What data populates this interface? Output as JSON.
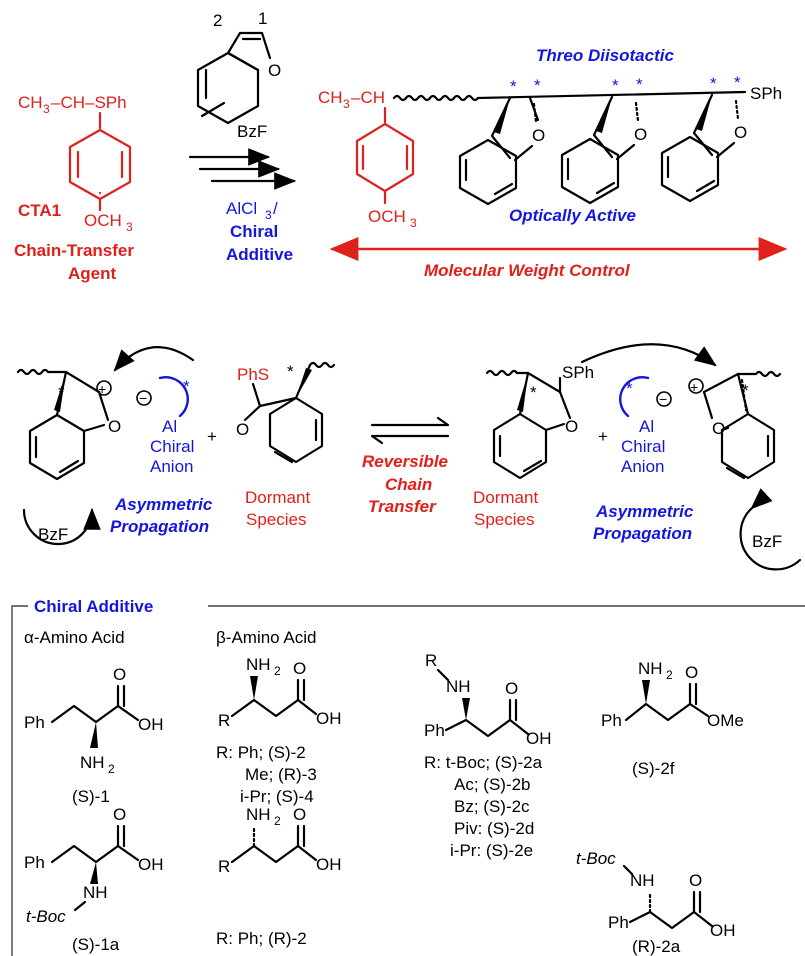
{
  "top": {
    "cta_formula_left": "CH",
    "cta_sub3": "3",
    "cta_formula_right": "–CH–SPh",
    "cta_label": "CTA1",
    "cta_och": "OCH",
    "cta_name_1": "Chain-Transfer",
    "cta_name_2": "Agent",
    "bzf_pos2": "2",
    "bzf_pos1": "1",
    "bzf_o": "O",
    "bzf_label": "BzF",
    "reagent_1": "AlCl",
    "reagent_1_sub": "3",
    "reagent_1_tail": "/",
    "reagent_2": "Chiral",
    "reagent_3": "Additive",
    "polymer_ch3": "CH",
    "polymer_ch3_sub": "3",
    "polymer_ch": "–CH",
    "polymer_end": "SPh",
    "polymer_och": "OCH",
    "ring_o": "O",
    "threo": "Threo Diisotactic",
    "optically": "Optically Active",
    "mwc": "Molecular Weight Control",
    "star": "*"
  },
  "mechanism": {
    "phs": "PhS",
    "sph": "SPh",
    "al": "Al",
    "chiral_anion_1": "Chiral",
    "chiral_anion_2": "Anion",
    "plus": "+",
    "plus_charge": "+",
    "minus_charge": "−",
    "dormant_1": "Dormant",
    "dormant_2": "Species",
    "reversible_1": "Reversible",
    "reversible_2": "Chain",
    "reversible_3": "Transfer",
    "asym_1": "Asymmetric",
    "asym_2": "Propagation",
    "bzf": "BzF",
    "o": "O",
    "star": "*"
  },
  "additive": {
    "title": "Chiral Additive",
    "alpha": "α-Amino Acid",
    "beta": "β-Amino Acid",
    "ph": "Ph",
    "r": "R",
    "oh": "OH",
    "o": "O",
    "ome": "OMe",
    "nh2": "NH",
    "nh2_sub": "2",
    "nh": "NH",
    "tboc": "t-Boc",
    "label_s1": "(S)-1",
    "label_s1a": "(S)-1a",
    "label_s2f": "(S)-2f",
    "label_r2a": "(R)-2a",
    "r_list_1": "R: Ph; (S)-2",
    "r_list_2": "Me; (R)-3",
    "r_list_3": "i-Pr; (S)-4",
    "r_list_4": "R: Ph; (R)-2",
    "r2_list_1": "R: t-Boc; (S)-2a",
    "r2_list_2": "Ac; (S)-2b",
    "r2_list_3": "Bz; (S)-2c",
    "r2_list_4": "Piv: (S)-2d",
    "r2_list_5": "i-Pr: (S)-2e"
  },
  "colors": {
    "red": "#e0201b",
    "blue": "#1515e0",
    "black": "#000000"
  }
}
